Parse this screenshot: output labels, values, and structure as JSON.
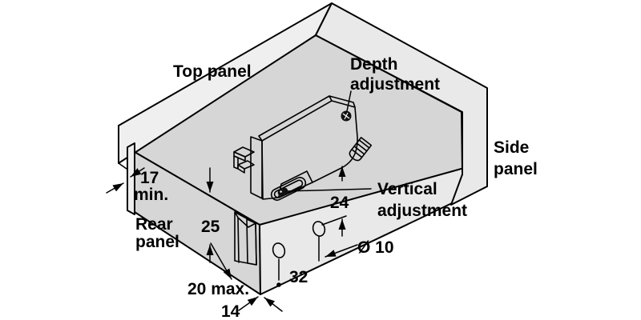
{
  "diagram": {
    "labels": {
      "top_panel": "Top panel",
      "depth_adjustment_1": "Depth",
      "depth_adjustment_2": "adjustment",
      "side_panel_1": "Side",
      "side_panel_2": "panel",
      "vertical_adjustment_1": "Vertical",
      "vertical_adjustment_2": "adjustment",
      "rear_panel_1": "Rear",
      "rear_panel_2": "panel"
    },
    "dimensions": {
      "rear_gap_value": "17",
      "rear_gap_qualifier": "min.",
      "notch_height": "25",
      "hole_offset_top": "24",
      "notch_depth": "20 max.",
      "corner_width": "14",
      "hole_spacing": "32",
      "hole_diameter": "Ø 10"
    },
    "colors": {
      "outline": "#000000",
      "panel_surface": "#d6d6d6",
      "panel_edge_light": "#e9e9e9",
      "panel_back_strip": "#efefef",
      "rear_panel_strip": "#eeeeee",
      "notch_wall_dark": "#c9c9c9",
      "notch_wall_mid": "#d9d9d9",
      "bracket_fill": "#ffffff",
      "screw_dark": "#111111",
      "background": "#ffffff"
    }
  }
}
